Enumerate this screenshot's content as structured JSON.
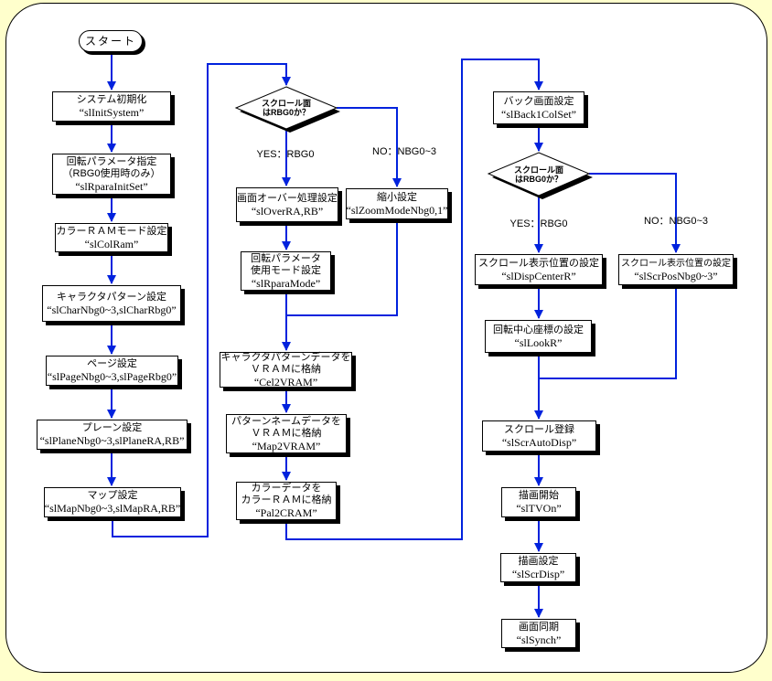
{
  "colors": {
    "line": "#0022dd",
    "page_bg": "#ffffcc",
    "panel_bg": "#ffffff"
  },
  "nodes": {
    "start": {
      "label": "スタート"
    },
    "init": {
      "t1": "システム初期化",
      "fn": "“slInitSystem”"
    },
    "rpara_init": {
      "t1": "回転パラメータ指定",
      "t2": "（RBG0使用時のみ）",
      "fn": "“slRparaInitSet”"
    },
    "colram": {
      "t1": "カラーＲＡＭモード設定",
      "fn": "“slColRam”"
    },
    "char": {
      "t1": "キャラクタパターン設定",
      "fn": "“slCharNbg0~3,slCharRbg0”"
    },
    "page_set": {
      "t1": "ページ設定",
      "fn": "“slPageNbg0~3,slPageRbg0”"
    },
    "plane": {
      "t1": "プレーン設定",
      "fn": "“slPlaneNbg0~3,slPlaneRA,RB”"
    },
    "map": {
      "t1": "マップ設定",
      "fn": "“slMapNbg0~3,slMapRA,RB”"
    },
    "decision1": {
      "t1": "スクロール面",
      "t2": "はRBG0か？"
    },
    "over": {
      "t1": "画面オーバー処理設定",
      "fn": "“slOverRA,RB”"
    },
    "zoomset": {
      "t1": "縮小設定",
      "fn": "“slZoomModeNbg0,1”"
    },
    "rpara_mode": {
      "t1": "回転パラメータ",
      "t2": "使用モード設定",
      "fn": "“slRparaMode”"
    },
    "cel": {
      "t1": "キャラクタパターンデータを",
      "t2": "ＶＲＡＭに格納",
      "fn": "“Cel2VRAM”"
    },
    "map2": {
      "t1": "パターンネームデータを",
      "t2": "ＶＲＡＭに格納",
      "fn": "“Map2VRAM”"
    },
    "pal": {
      "t1": "カラーデータを",
      "t2": "カラーＲＡＭに格納",
      "fn": "“Pal2CRAM”"
    },
    "back": {
      "t1": "バック画面設定",
      "fn": "“slBack1ColSet”"
    },
    "decision2": {
      "t1": "スクロール面",
      "t2": "はRBG0か？"
    },
    "dispcenter": {
      "t1": "スクロール表示位置の設定",
      "fn": "“slDispCenterR”"
    },
    "scrpos": {
      "t1": "スクロール表示位置の設定",
      "fn": "“slScrPosNbg0~3”"
    },
    "look": {
      "t1": "回転中心座標の設定",
      "fn": "“slLookR”"
    },
    "scrauto": {
      "t1": "スクロール登録",
      "fn": "“slScrAutoDisp”"
    },
    "tvon": {
      "t1": "描画開始",
      "fn": "“slTVOn”"
    },
    "scrdisp": {
      "t1": "描画設定",
      "fn": "“slScrDisp”"
    },
    "synch": {
      "t1": "画面同期",
      "fn": "“slSynch”"
    }
  },
  "branch_labels": {
    "yes1": "YES：RBG0",
    "no1": "NO：NBG0~3",
    "yes2": "YES：RBG0",
    "no2": "NO：NBG0~3"
  }
}
